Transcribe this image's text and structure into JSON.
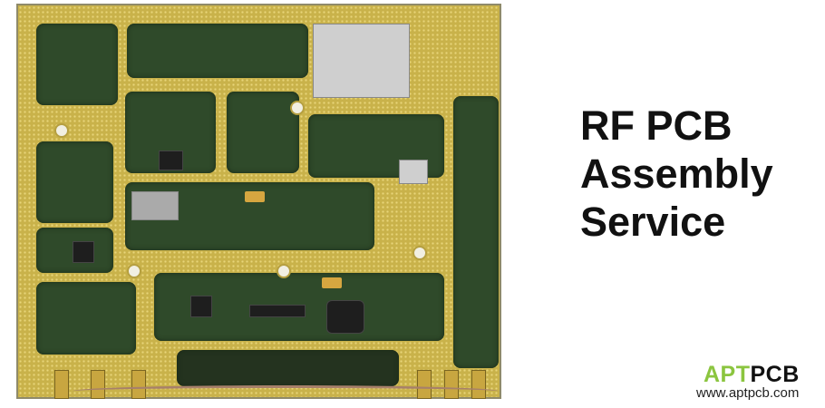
{
  "headline": {
    "line1": "RF PCB",
    "line2": "Assembly",
    "line3": "Service"
  },
  "brand": {
    "logo_part1": "APT",
    "logo_part2": "PCB",
    "url": "www.aptpcb.com",
    "accent_color": "#8bc53f"
  },
  "photo": {
    "subject": "rf-pcb-board"
  }
}
